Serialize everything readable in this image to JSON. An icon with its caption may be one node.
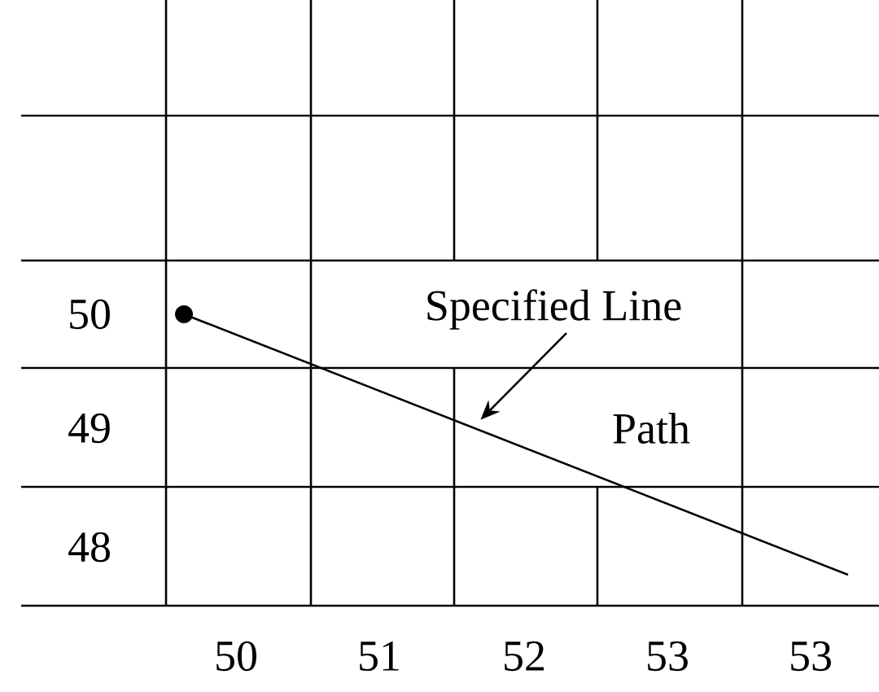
{
  "diagram": {
    "nodes": [
      {
        "text": [
          "Specified Line"
        ]
      },
      {
        "text": [],
        "shape": "line"
      }
    ],
    "edges": [
      {
        "from": 0,
        "to": 1,
        "arrow": "to"
      }
    ],
    "labels": [
      "50",
      "49",
      "Path",
      "48",
      "50",
      "51",
      "52",
      "53",
      "53"
    ]
  }
}
